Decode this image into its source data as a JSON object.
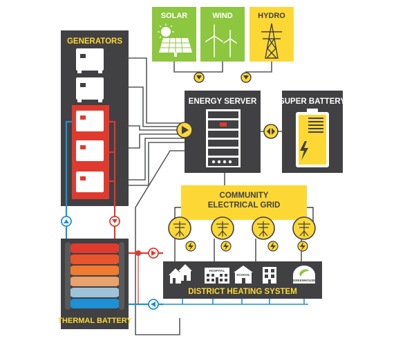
{
  "sources": {
    "solar": "SOLAR",
    "wind": "WIND",
    "hydro": "HYDRO"
  },
  "generators": {
    "title": "GENERATORS"
  },
  "energy_server": {
    "title": "ENERGY SERVER"
  },
  "super_battery": {
    "title": "SUPER BATTERY"
  },
  "grid": {
    "line1": "COMMUNITY",
    "line2": "ELECTRICAL GRID"
  },
  "district": {
    "title": "DISTRICT HEATING SYSTEM",
    "hospital": "HOSPITAL",
    "school": "SCHOOL",
    "greenhouse": "GREENHOUSE"
  },
  "thermal_battery": {
    "title": "THERMAL BATTERY"
  },
  "colors": {
    "panel": "#414042",
    "green": "#8dc63f",
    "yellow": "#fdd835",
    "red": "#e03a2f",
    "blue": "#1e90d6",
    "line": "#58595b"
  },
  "icons": [
    "sun-icon",
    "solar-panel-icon",
    "wind-turbine-icon",
    "transmission-tower-icon",
    "generator-icon",
    "server-rack-icon",
    "battery-icon",
    "power-pole-icon",
    "lightning-icon",
    "house-icon",
    "hospital-icon",
    "school-icon",
    "apartment-icon",
    "greenhouse-icon",
    "play-arrow-icon",
    "bidirectional-arrow-icon",
    "down-arrow-icon",
    "up-arrow-icon",
    "left-arrow-icon"
  ]
}
